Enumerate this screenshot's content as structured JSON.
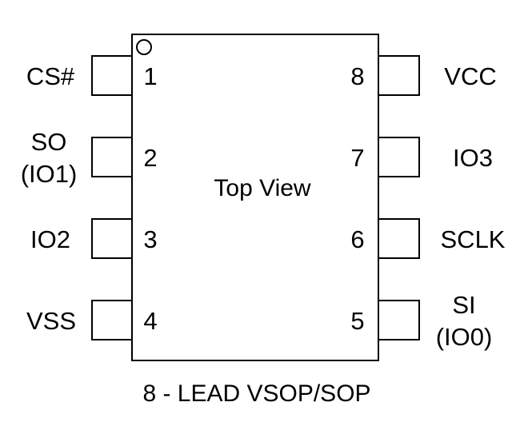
{
  "package": {
    "center_label": "Top View",
    "caption": "8 - LEAD VSOP/SOP",
    "pin1_marker": "circle"
  },
  "pins": {
    "left": [
      {
        "number": "1",
        "name": [
          "CS#"
        ]
      },
      {
        "number": "2",
        "name": [
          "SO",
          "(IO1)"
        ]
      },
      {
        "number": "3",
        "name": [
          "IO2"
        ]
      },
      {
        "number": "4",
        "name": [
          "VSS"
        ]
      }
    ],
    "right": [
      {
        "number": "8",
        "name": [
          "VCC"
        ]
      },
      {
        "number": "7",
        "name": [
          "IO3"
        ]
      },
      {
        "number": "6",
        "name": [
          "SCLK"
        ]
      },
      {
        "number": "5",
        "name": [
          "SI",
          "(IO0)"
        ]
      }
    ]
  },
  "colors": {
    "stroke": "#000000",
    "background": "#ffffff"
  }
}
